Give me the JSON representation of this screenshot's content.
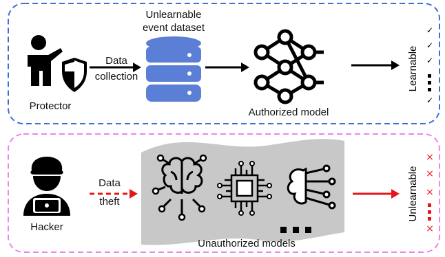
{
  "top": {
    "actor": "Protector",
    "arrow_label_1": "Data",
    "arrow_label_2": "collection",
    "dataset_label_1": "Unlearnable",
    "dataset_label_2": "event dataset",
    "model_label": "Authorized model",
    "result_label": "Learnable",
    "result_mark": "✓",
    "frame_color": "#3b6fd6"
  },
  "bottom": {
    "actor": "Hacker",
    "arrow_label_1": "Data",
    "arrow_label_2": "theft",
    "models_label": "Unauthorized models",
    "result_label": "Unlearnable",
    "result_mark": "×",
    "frame_color": "#ee82ee",
    "accent_color": "#e8141b"
  }
}
